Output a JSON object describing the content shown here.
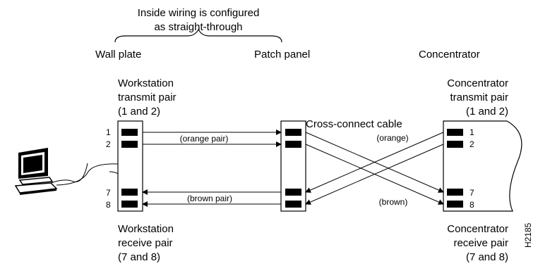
{
  "header": {
    "top_line1": "Inside wiring is configured",
    "top_line2": "as straight-through"
  },
  "columns": {
    "wall_plate": "Wall plate",
    "patch_panel": "Patch panel",
    "concentrator": "Concentrator"
  },
  "workstation": {
    "transmit": [
      "Workstation",
      "transmit pair",
      "(1 and 2)"
    ],
    "receive": [
      "Workstation",
      "receive pair",
      "(7 and 8)"
    ]
  },
  "concentrator": {
    "transmit": [
      "Concentrator",
      "transmit pair",
      "(1 and 2)"
    ],
    "receive": [
      "Concentrator",
      "receive pair",
      "(7 and 8)"
    ]
  },
  "cables": {
    "cross_connect": "Cross-connect cable",
    "orange_pair": "(orange pair)",
    "brown_pair": "(brown pair)",
    "orange": "(orange)",
    "brown": "(brown)"
  },
  "pins": {
    "left": [
      "1",
      "2",
      "7",
      "8"
    ],
    "right": [
      "1",
      "2",
      "7",
      "8"
    ]
  },
  "figure_id": "H2185",
  "colors": {
    "line": "#000000",
    "background": "#ffffff"
  }
}
